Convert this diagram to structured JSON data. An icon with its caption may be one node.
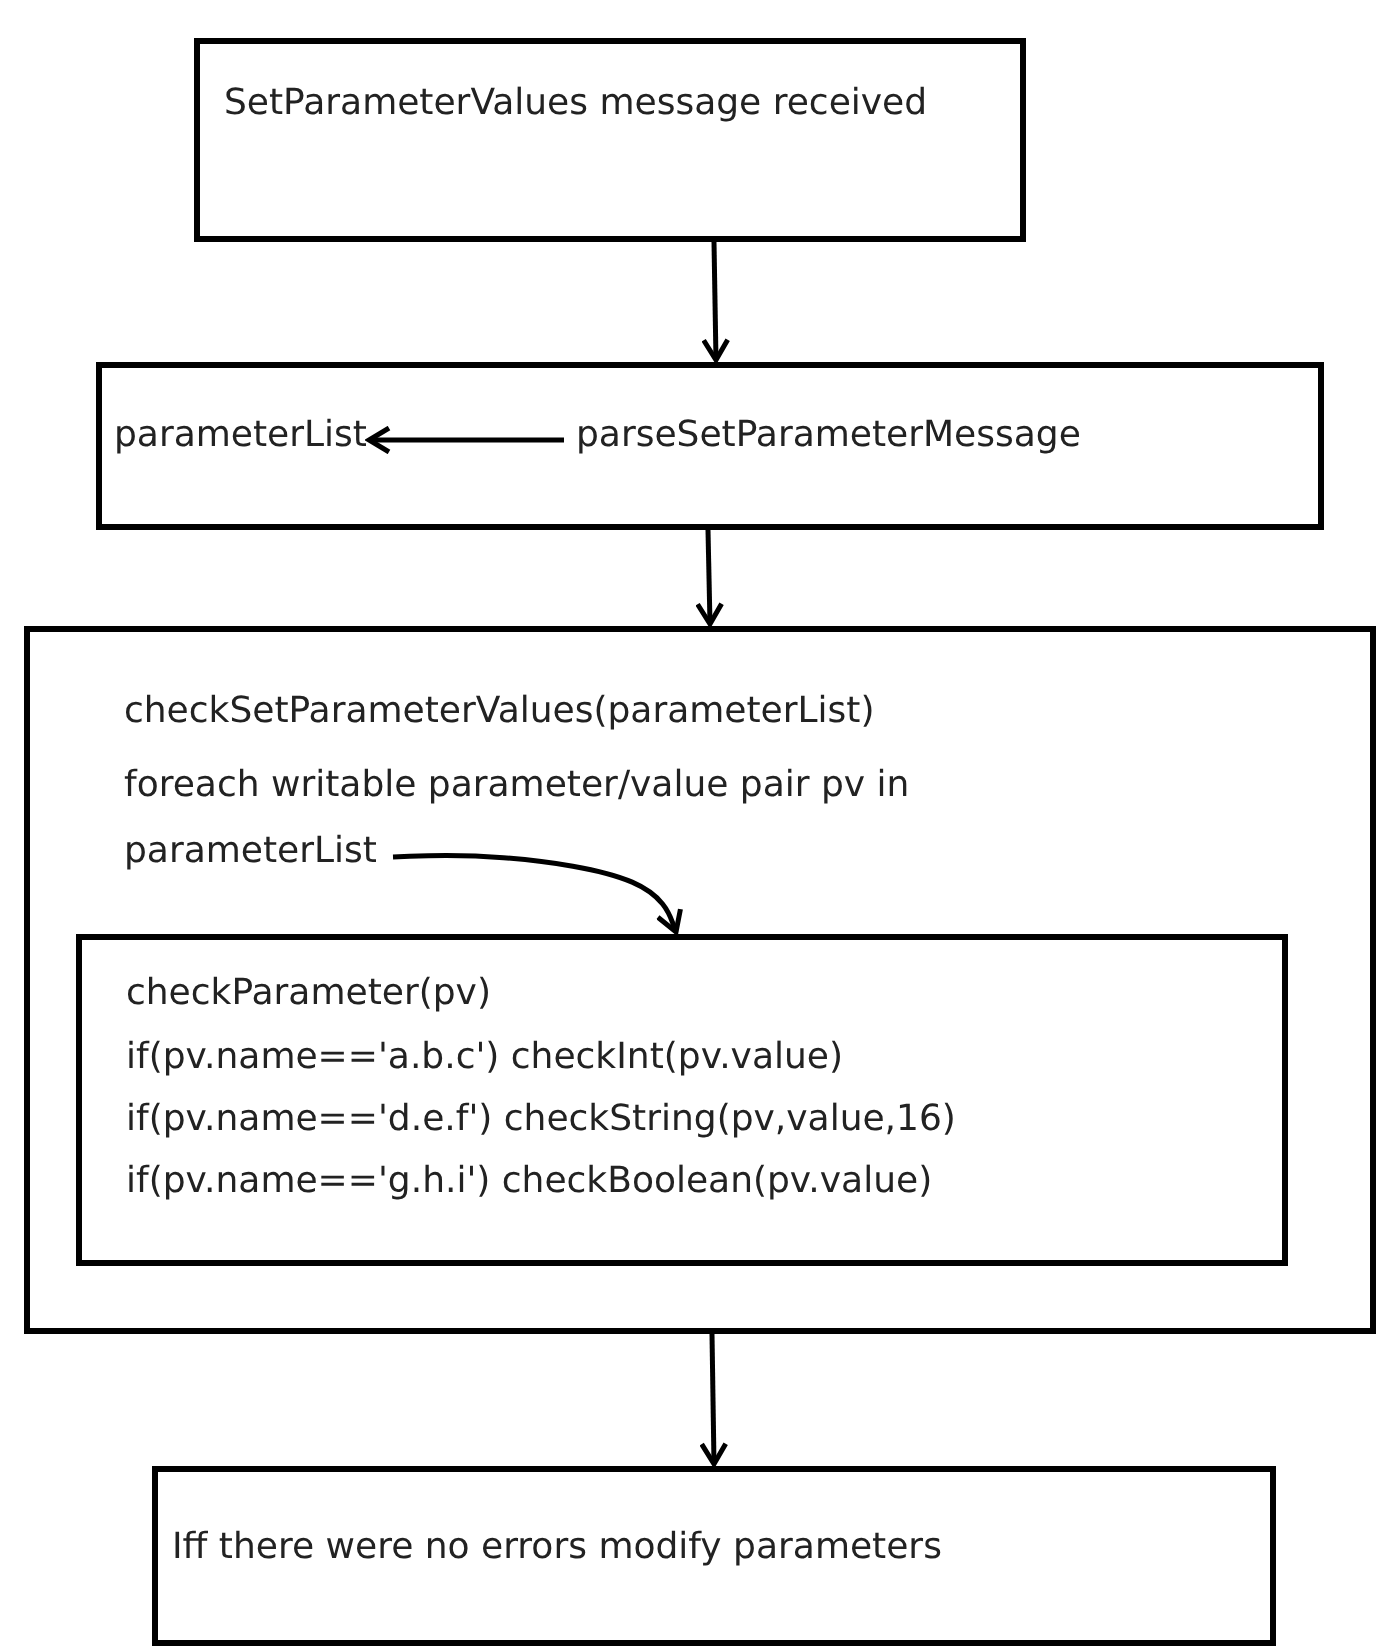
{
  "diagram": {
    "nodes": [
      {
        "text": [
          "SetParameterValues message received"
        ]
      },
      {
        "text": [],
        "shape": "box"
      },
      {
        "text": [
          "parameterList"
        ],
        "in": 1
      },
      {
        "text": [
          "parseSetParameterMessage"
        ],
        "in": 1
      },
      {
        "text": [
          "checkSetParameterValues(parameterList)"
        ]
      },
      {
        "text": [
          "foreach writable parameter/value pair pv in parameterList"
        ],
        "in": 4
      },
      {
        "text": [
          "checkParameter(pv)",
          "if(pv.name=='a.b.c') checkInt(pv.value)",
          "if(pv.name=='d.e.f') checkString(pv,value,16)",
          "if(pv.name=='g.h.i') checkBoolean(pv.value)"
        ],
        "in": 4
      },
      {
        "text": [
          "Iff there were no errors modify parameters"
        ]
      }
    ],
    "edges": [
      {
        "from": 0,
        "to": 1,
        "arrow": "to"
      },
      {
        "from": 3,
        "to": 2,
        "arrow": "to"
      },
      {
        "from": 1,
        "to": 4,
        "arrow": "to"
      },
      {
        "from": 5,
        "to": 6,
        "arrow": "to"
      },
      {
        "from": 4,
        "to": 7,
        "arrow": "to"
      }
    ]
  }
}
